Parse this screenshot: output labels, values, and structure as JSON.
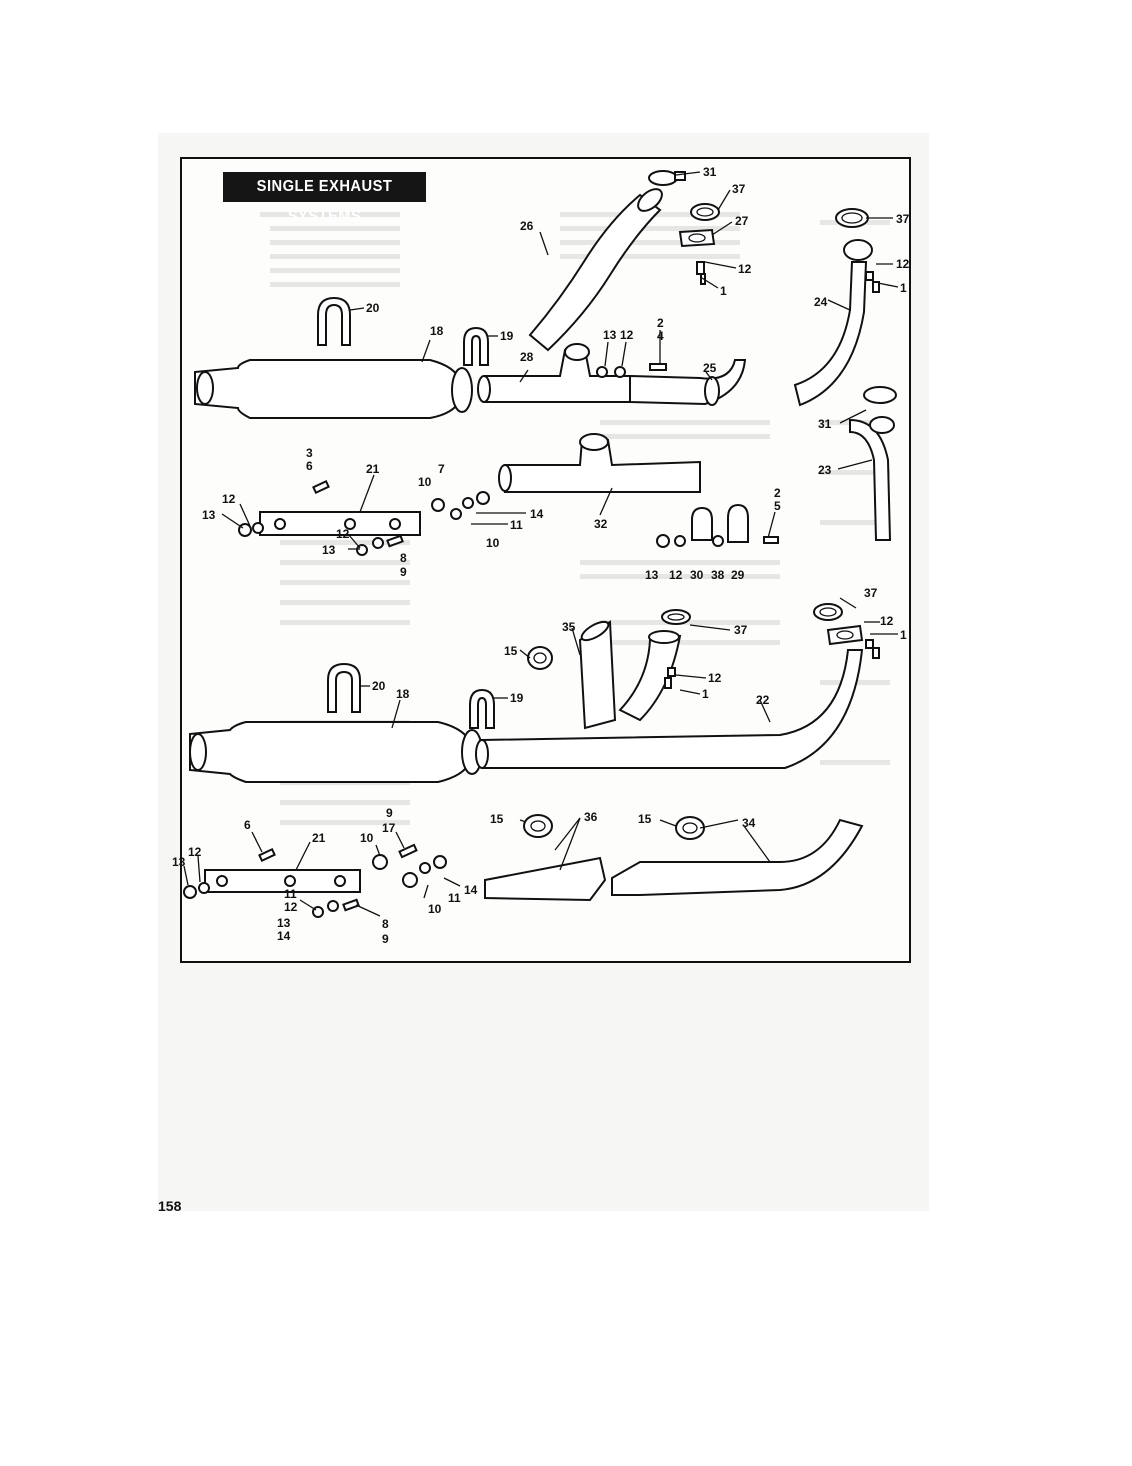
{
  "page": {
    "title": "SINGLE EXHAUST SYSTEMS",
    "page_number": "158"
  },
  "callouts": [
    {
      "id": "c31a",
      "text": "31"
    },
    {
      "id": "c37a",
      "text": "37"
    },
    {
      "id": "c27",
      "text": "27"
    },
    {
      "id": "c26",
      "text": "26"
    },
    {
      "id": "c12a",
      "text": "12"
    },
    {
      "id": "c1a",
      "text": "1"
    },
    {
      "id": "c37b",
      "text": "37"
    },
    {
      "id": "c12b",
      "text": "12"
    },
    {
      "id": "c1b",
      "text": "1"
    },
    {
      "id": "c24",
      "text": "24"
    },
    {
      "id": "c20a",
      "text": "20"
    },
    {
      "id": "c18a",
      "text": "18"
    },
    {
      "id": "c19a",
      "text": "19"
    },
    {
      "id": "c13a",
      "text": "13"
    },
    {
      "id": "c12c",
      "text": "12"
    },
    {
      "id": "c2a",
      "text": "2"
    },
    {
      "id": "c4",
      "text": "4"
    },
    {
      "id": "c28",
      "text": "28"
    },
    {
      "id": "c25",
      "text": "25"
    },
    {
      "id": "c31b",
      "text": "31"
    },
    {
      "id": "c23",
      "text": "23"
    },
    {
      "id": "c3a",
      "text": "3"
    },
    {
      "id": "c6a",
      "text": "6"
    },
    {
      "id": "c21a",
      "text": "21"
    },
    {
      "id": "c7",
      "text": "7"
    },
    {
      "id": "c10a",
      "text": "10"
    },
    {
      "id": "c12d",
      "text": "12"
    },
    {
      "id": "c13b",
      "text": "13"
    },
    {
      "id": "c14a",
      "text": "14"
    },
    {
      "id": "c11a",
      "text": "11"
    },
    {
      "id": "c10b",
      "text": "10"
    },
    {
      "id": "c12e",
      "text": "12"
    },
    {
      "id": "c13c",
      "text": "13"
    },
    {
      "id": "c8a",
      "text": "8"
    },
    {
      "id": "c9a",
      "text": "9"
    },
    {
      "id": "c32",
      "text": "32"
    },
    {
      "id": "c2b",
      "text": "2"
    },
    {
      "id": "c5",
      "text": "5"
    },
    {
      "id": "c13d",
      "text": "13"
    },
    {
      "id": "c12f",
      "text": "12"
    },
    {
      "id": "c30",
      "text": "30"
    },
    {
      "id": "c38",
      "text": "38"
    },
    {
      "id": "c29",
      "text": "29"
    },
    {
      "id": "c37c",
      "text": "37"
    },
    {
      "id": "c12g",
      "text": "12"
    },
    {
      "id": "c1c",
      "text": "1"
    },
    {
      "id": "c35",
      "text": "35"
    },
    {
      "id": "c37d",
      "text": "37"
    },
    {
      "id": "c15a",
      "text": "15"
    },
    {
      "id": "c12h",
      "text": "12"
    },
    {
      "id": "c1d",
      "text": "1"
    },
    {
      "id": "c20b",
      "text": "20"
    },
    {
      "id": "c18b",
      "text": "18"
    },
    {
      "id": "c19b",
      "text": "19"
    },
    {
      "id": "c22",
      "text": "22"
    },
    {
      "id": "c9b",
      "text": "9"
    },
    {
      "id": "c17",
      "text": "17"
    },
    {
      "id": "c15b",
      "text": "15"
    },
    {
      "id": "c36",
      "text": "36"
    },
    {
      "id": "c15c",
      "text": "15"
    },
    {
      "id": "c34",
      "text": "34"
    },
    {
      "id": "c6b",
      "text": "6"
    },
    {
      "id": "c21b",
      "text": "21"
    },
    {
      "id": "c10c",
      "text": "10"
    },
    {
      "id": "c13e",
      "text": "13"
    },
    {
      "id": "c12i",
      "text": "12"
    },
    {
      "id": "c14b",
      "text": "14"
    },
    {
      "id": "c11b",
      "text": "11"
    },
    {
      "id": "c10d",
      "text": "10"
    },
    {
      "id": "c11c",
      "text": "11"
    },
    {
      "id": "c12j",
      "text": "12"
    },
    {
      "id": "c13f",
      "text": "13"
    },
    {
      "id": "c14c",
      "text": "14"
    },
    {
      "id": "c8b",
      "text": "8"
    },
    {
      "id": "c9c",
      "text": "9"
    }
  ]
}
